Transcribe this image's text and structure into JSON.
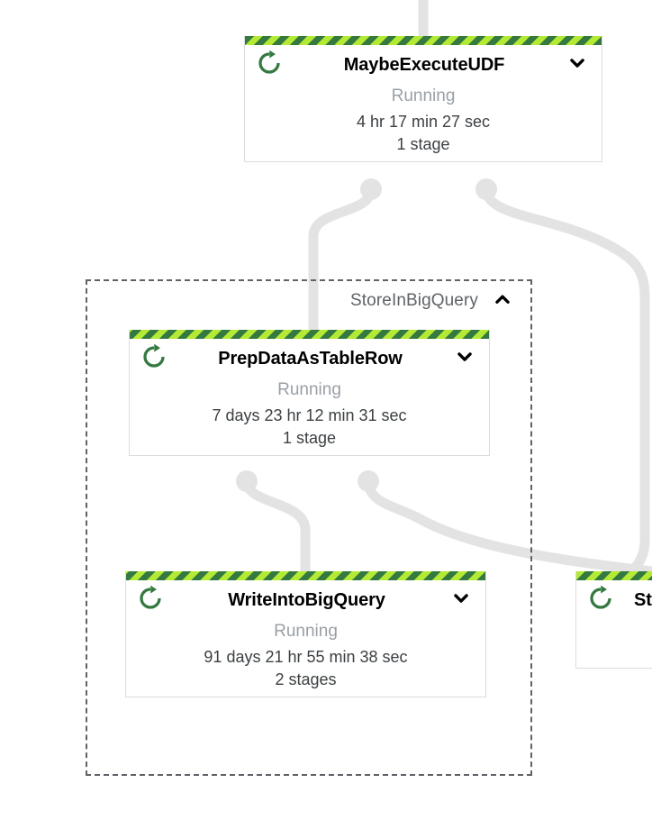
{
  "theme": {
    "stripe_dark": "#34793f",
    "stripe_light": "#b4e935",
    "edge_color": "#e3e3e3",
    "node_border": "#dadce0",
    "status_text_color": "#9aa0a6",
    "body_text_color": "#3c4043",
    "composite_border_color": "#5f6368",
    "icon_color": "#34793f",
    "background": "#ffffff"
  },
  "graph": {
    "composite": {
      "title": "StoreInBigQuery",
      "collapse_icon": "chevron-up-icon"
    },
    "nodes": [
      {
        "id": "maybe-execute-udf",
        "title": "MaybeExecuteUDF",
        "status": "Running",
        "duration": "4 hr 17 min 27 sec",
        "stages": "1 stage",
        "status_icon": "running-refresh-icon",
        "expand_icon": "chevron-down-icon"
      },
      {
        "id": "prep-data-as-table-row",
        "title": "PrepDataAsTableRow",
        "status": "Running",
        "duration": "7 days 23 hr 12 min 31 sec",
        "stages": "1 stage",
        "status_icon": "running-refresh-icon",
        "expand_icon": "chevron-down-icon"
      },
      {
        "id": "write-into-bigquery",
        "title": "WriteIntoBigQuery",
        "status": "Running",
        "duration": "91 days 21 hr 55 min 38 sec",
        "stages": "2 stages",
        "status_icon": "running-refresh-icon",
        "expand_icon": "chevron-down-icon"
      },
      {
        "id": "partial-right-node",
        "title": "St",
        "status": "",
        "duration": "",
        "stages": "",
        "status_icon": "running-refresh-icon",
        "expand_icon": ""
      }
    ]
  }
}
